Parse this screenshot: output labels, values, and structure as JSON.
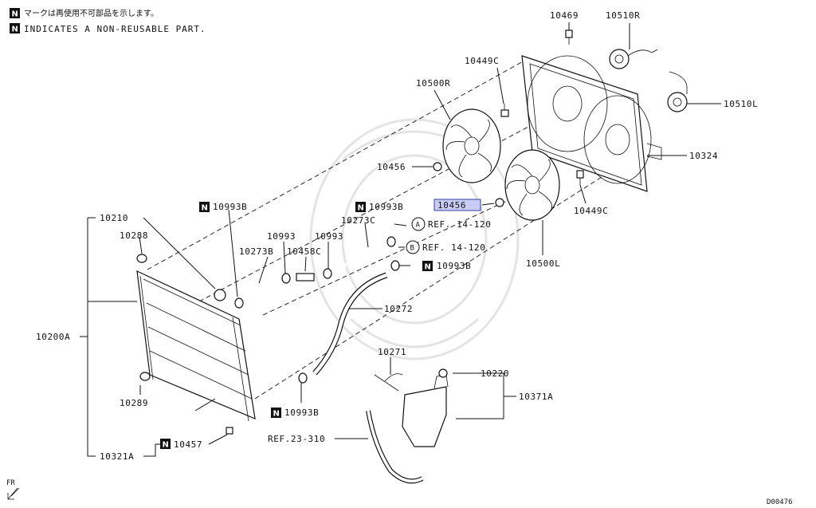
{
  "legend": {
    "badge": "N",
    "note_jp": "マークは再使用不可部品を示します。",
    "note_en": "INDICATES A NON-REUSABLE PART."
  },
  "labels": {
    "p10469": "10469",
    "p10510R": "10510R",
    "p10449C_top": "10449C",
    "p10500R": "10500R",
    "p10510L": "10510L",
    "p10324": "10324",
    "p10456_a": "10456",
    "p10456_b": "10456",
    "p10449C_bottom": "10449C",
    "p10500L": "10500L",
    "p10993B_1": "10993B",
    "p10993B_2": "10993B",
    "p10993B_3": "10993B",
    "p10993B_4": "10993B",
    "p10210": "10210",
    "p10288": "10288",
    "p10993_1": "10993",
    "p10993_2": "10993",
    "p10273C": "10273C",
    "p10273B": "10273B",
    "p10458C": "10458C",
    "p10272": "10272",
    "p10200A": "10200A",
    "p10271": "10271",
    "p10220": "10220",
    "p10371A": "10371A",
    "p10289": "10289",
    "p10457": "10457",
    "p10321A": "10321A",
    "ref_a": "REF. 14-120",
    "ref_b": "REF. 14-120",
    "ref_c": "REF.23-310",
    "circle_a": "A",
    "circle_b": "B",
    "fr": "FR",
    "diagram_id": "D00476"
  },
  "highlight_color": "#c9cdf5"
}
